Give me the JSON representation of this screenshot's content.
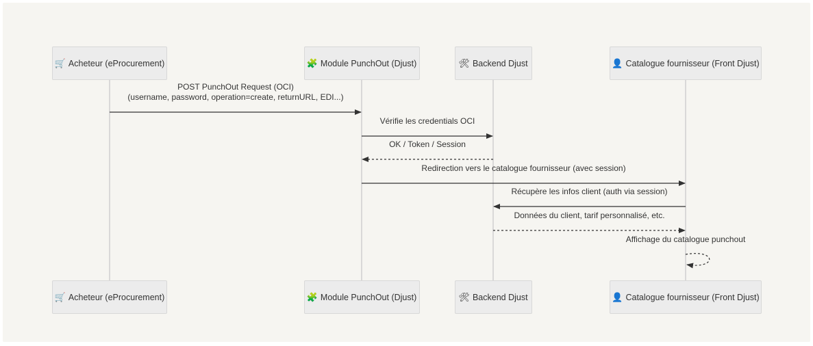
{
  "actors": [
    {
      "id": "buyer",
      "emoji": "🛒",
      "label": "Acheteur (eProcurement)"
    },
    {
      "id": "punchout",
      "emoji": "🧩",
      "label": "Module PunchOut (Djust)"
    },
    {
      "id": "backend",
      "emoji": "🛠",
      "label": "Backend Djust"
    },
    {
      "id": "catalog",
      "emoji": "👤",
      "label": "Catalogue fournisseur (Front Djust)"
    }
  ],
  "messages": [
    {
      "from": "buyer",
      "to": "punchout",
      "style": "solid",
      "lines": [
        "POST PunchOut Request (OCI)",
        "(username, password, operation=create, returnURL, EDI...)"
      ]
    },
    {
      "from": "punchout",
      "to": "backend",
      "style": "solid",
      "lines": [
        "Vérifie les credentials OCI"
      ]
    },
    {
      "from": "backend",
      "to": "punchout",
      "style": "dashed",
      "lines": [
        "OK / Token / Session"
      ]
    },
    {
      "from": "punchout",
      "to": "catalog",
      "style": "solid",
      "lines": [
        "Redirection vers le catalogue fournisseur (avec session)"
      ]
    },
    {
      "from": "catalog",
      "to": "backend",
      "style": "solid",
      "lines": [
        "Récupère les infos client (auth via session)"
      ]
    },
    {
      "from": "backend",
      "to": "catalog",
      "style": "dashed",
      "lines": [
        "Données du client, tarif personnalisé, etc."
      ]
    },
    {
      "from": "catalog",
      "to": "catalog",
      "style": "dashed",
      "lines": [
        "Affichage du catalogue punchout"
      ]
    }
  ],
  "colors": {
    "background": "#f6f5f1",
    "actor_fill": "#ececec",
    "actor_border": "#d8d8d8",
    "lifeline": "#cfcfcf",
    "arrow": "#333333",
    "text": "#333333"
  }
}
